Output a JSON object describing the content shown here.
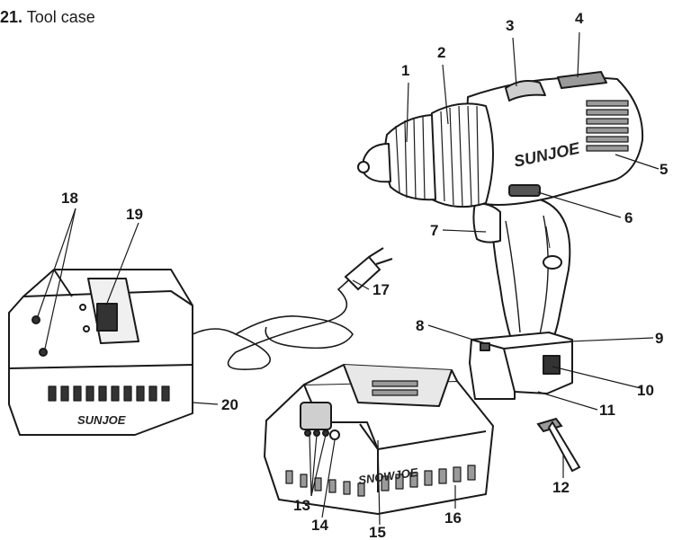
{
  "caption": {
    "number": "21.",
    "text": " Tool case"
  },
  "brand": {
    "drill_logo": "SUNJOE",
    "charger_logo": "SUNJOE",
    "battery_logo": "SNOWJOE"
  },
  "callouts": [
    "1",
    "2",
    "3",
    "4",
    "5",
    "6",
    "7",
    "8",
    "9",
    "10",
    "11",
    "12",
    "13",
    "14",
    "15",
    "16",
    "17",
    "18",
    "19",
    "20"
  ],
  "colors": {
    "ink": "#1a1a1a",
    "body": "#ffffff",
    "grey": "#9a9a9a",
    "dark": "#333333"
  }
}
